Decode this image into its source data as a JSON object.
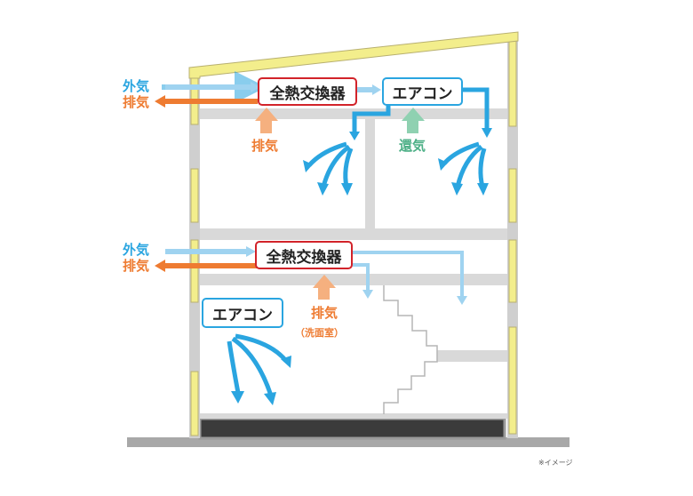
{
  "labels": {
    "outside_air": "外気",
    "exhaust": "排気",
    "return_air": "還気",
    "exhaust_washroom": "（洗面室）",
    "heat_exchanger": "全熱交換器",
    "air_conditioner": "エアコン",
    "note": "※イメージ"
  },
  "colors": {
    "supply": "#2aa5e0",
    "exhaust": "#ee7b31",
    "return": "#4caf86",
    "wall": "#d9d9d9",
    "insulation": "#f3ee8c",
    "foundation": "#3b3b3b"
  }
}
